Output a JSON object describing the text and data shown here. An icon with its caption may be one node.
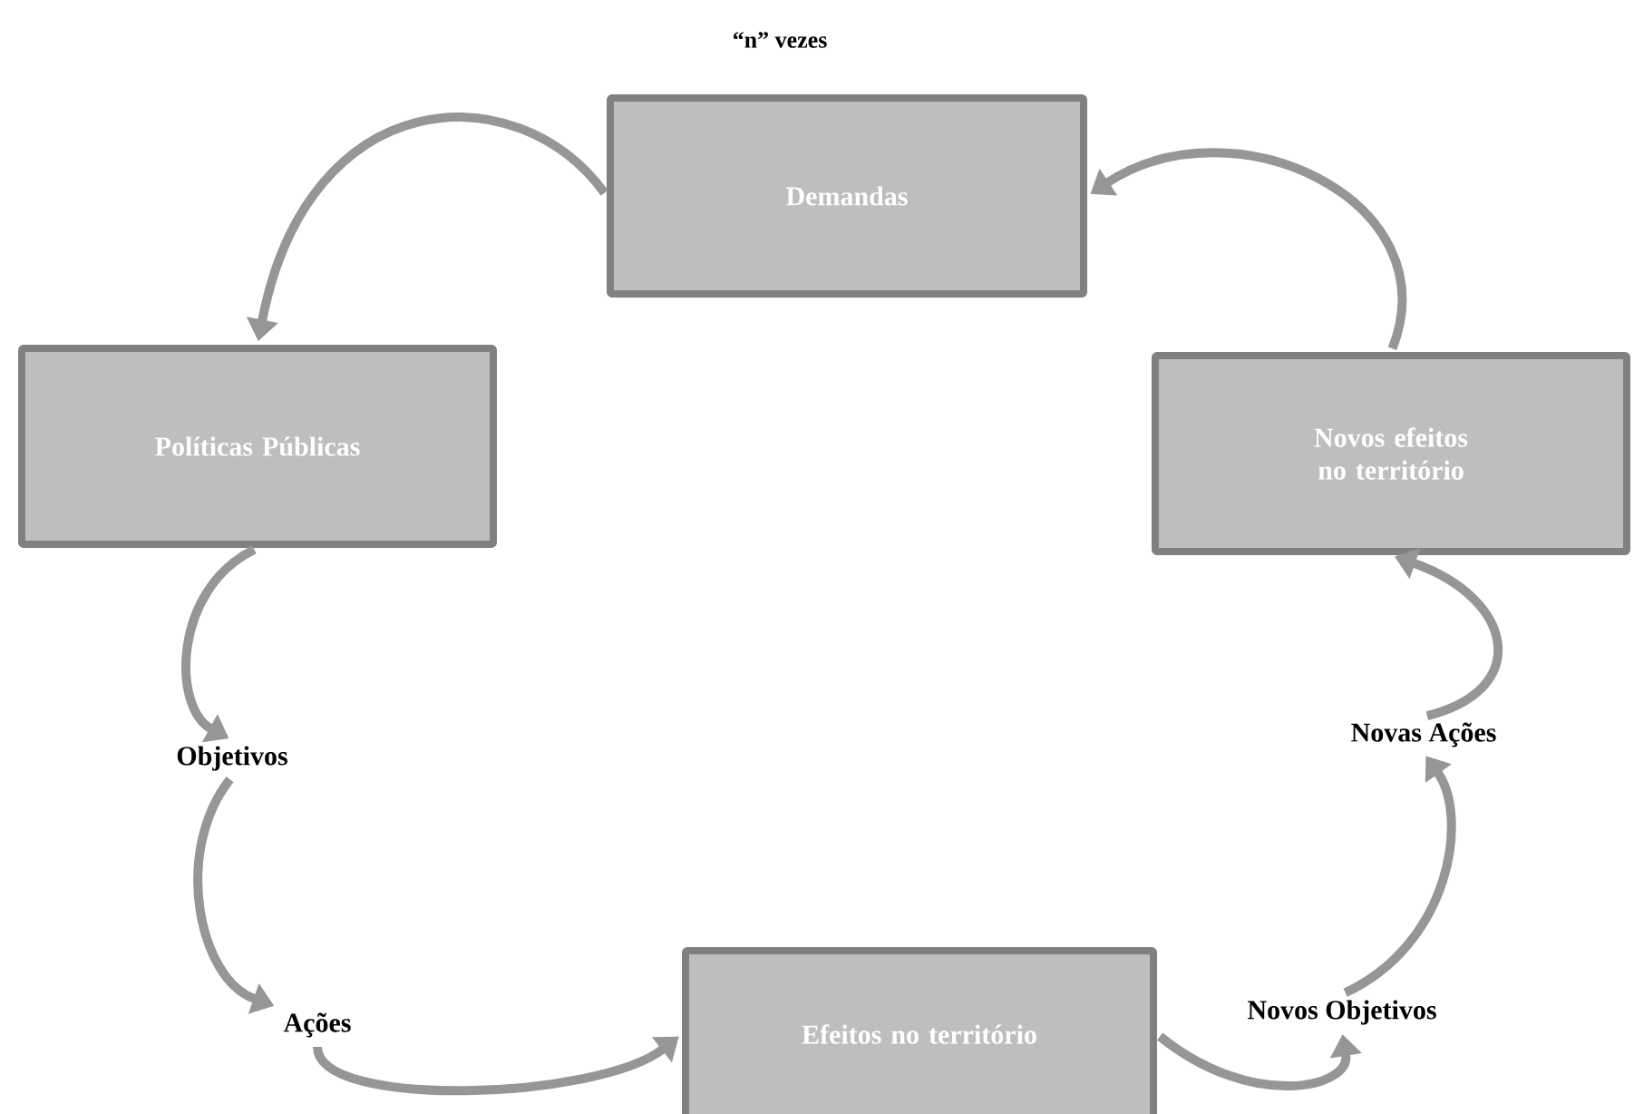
{
  "diagram": {
    "nodes": [
      {
        "text": [
          "Demandas"
        ]
      },
      {
        "text": [
          "Políticas Públicas"
        ]
      },
      {
        "text": [
          "Objetivos"
        ]
      },
      {
        "text": [
          "Ações"
        ]
      },
      {
        "text": [
          "Efeitos no território"
        ]
      },
      {
        "text": [
          "Novos Objetivos"
        ]
      },
      {
        "text": [
          "Novas Ações"
        ]
      },
      {
        "text": [
          "Novos efeitos no território"
        ]
      }
    ],
    "edges": [
      {
        "from": 0,
        "to": 1,
        "arrow": "to"
      },
      {
        "from": 1,
        "to": 2,
        "arrow": "to"
      },
      {
        "from": 2,
        "to": 3,
        "arrow": "to"
      },
      {
        "from": 3,
        "to": 4,
        "arrow": "to"
      },
      {
        "from": 4,
        "to": 5,
        "arrow": "to"
      },
      {
        "from": 5,
        "to": 6,
        "arrow": "to"
      },
      {
        "from": 6,
        "to": 7,
        "arrow": "to"
      },
      {
        "from": 7,
        "to": 0,
        "arrow": "to"
      }
    ],
    "labels": [
      "“n” vezes"
    ]
  }
}
